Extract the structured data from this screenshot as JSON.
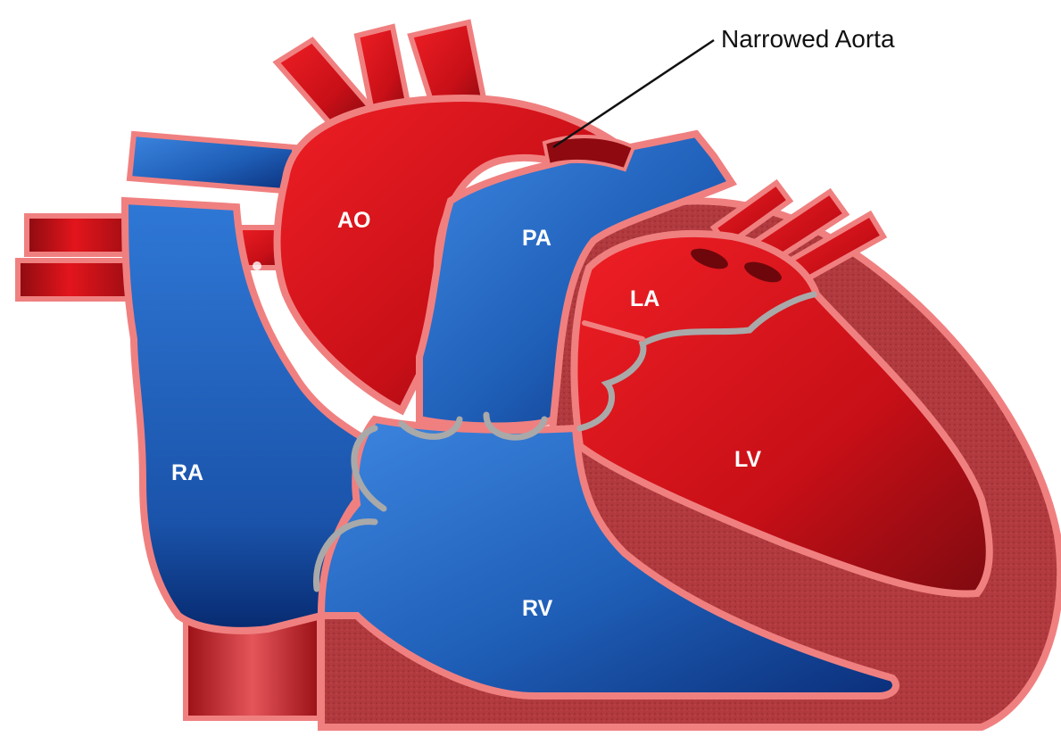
{
  "diagram": {
    "callout": "Narrowed Aorta",
    "labels": {
      "ao": "AO",
      "pa": "PA",
      "la": "LA",
      "lv": "LV",
      "ra": "RA",
      "rv": "RV"
    },
    "colors": {
      "outline": "#f08080",
      "oxygenated": "#d4101a",
      "deoxygenated": "#1f64c4",
      "myocardium": "#b03a3e",
      "valve": "#a9a9a9"
    }
  }
}
